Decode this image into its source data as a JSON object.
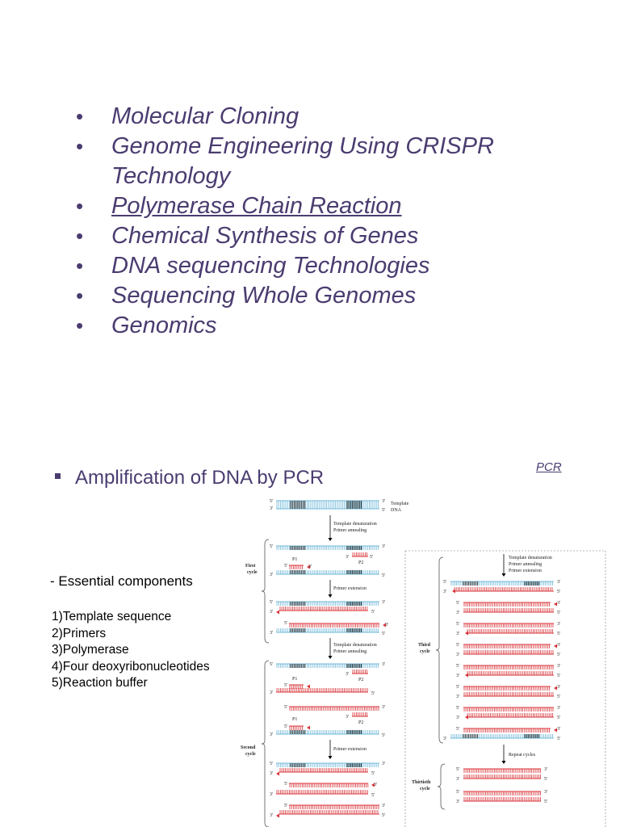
{
  "topics": [
    {
      "text": "Molecular Cloning",
      "underline": false
    },
    {
      "text": "Genome Engineering Using CRISPR",
      "underline": false
    },
    {
      "text": "Technology",
      "underline": false,
      "continuation": true
    },
    {
      "text": "Polymerase Chain Reaction",
      "underline": true
    },
    {
      "text": "Chemical Synthesis of Genes",
      "underline": false
    },
    {
      "text": "DNA sequencing Technologies",
      "underline": false
    },
    {
      "text": "Sequencing Whole Genomes",
      "underline": false
    },
    {
      "text": "Genomics",
      "underline": false
    }
  ],
  "pcr_link": "PCR",
  "heading": "Amplification of DNA by PCR",
  "essential": "- Essential components",
  "components": [
    "1)Template sequence",
    "2)Primers",
    "3)Polymerase",
    "4)Four deoxyribonucleotides",
    "5)Reaction buffer"
  ],
  "diagram": {
    "template_label_1": "Template",
    "template_label_2": "DNA",
    "step_denature_1": "Template denaturation",
    "step_denature_2": "Primer annealing",
    "step_extension": "Primer extension",
    "step_third_1": "Template denaturation",
    "step_third_2": "Primer annealing",
    "step_third_3": "Primer extension",
    "repeat": "Repeat cycles",
    "first_cycle_1": "First",
    "first_cycle_2": "cycle",
    "second_cycle_1": "Second",
    "second_cycle_2": "cycle",
    "third_cycle_1": "Third",
    "third_cycle_2": "cycle",
    "thirtieth_cycle_1": "Thirtieth",
    "thirtieth_cycle_2": "cycle",
    "p1": "P1",
    "p2": "P2",
    "five_prime": "5'",
    "three_prime": "3'",
    "colors": {
      "template": "#6fb8d8",
      "new": "#d8343a",
      "marker": "#333333"
    }
  }
}
